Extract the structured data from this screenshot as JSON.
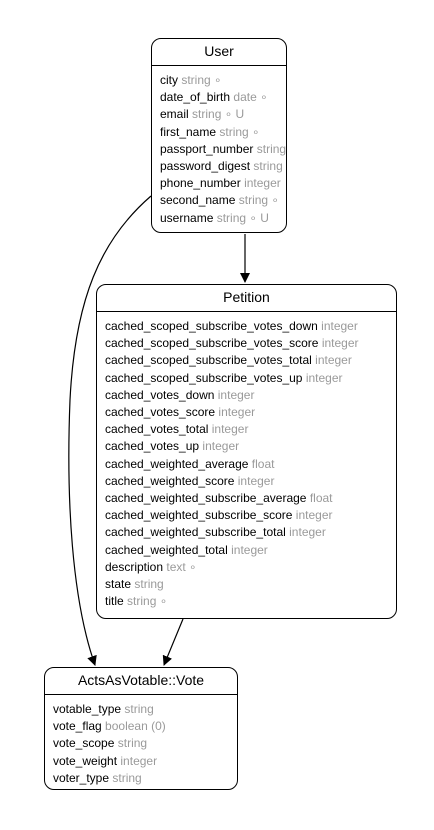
{
  "colors": {
    "background": "#ffffff",
    "border": "#000000",
    "attribute_name": "#000000",
    "attribute_type": "#9a9a9a"
  },
  "entities": {
    "user": {
      "title": "User",
      "attributes": [
        {
          "name": "city",
          "type": "string ∘"
        },
        {
          "name": "date_of_birth",
          "type": "date ∘"
        },
        {
          "name": "email",
          "type": "string ∘ U"
        },
        {
          "name": "first_name",
          "type": "string ∘"
        },
        {
          "name": "passport_number",
          "type": "string ∘ U"
        },
        {
          "name": "password_digest",
          "type": "string"
        },
        {
          "name": "phone_number",
          "type": "integer ∘"
        },
        {
          "name": "second_name",
          "type": "string ∘"
        },
        {
          "name": "username",
          "type": "string ∘ U"
        }
      ]
    },
    "petition": {
      "title": "Petition",
      "attributes": [
        {
          "name": "cached_scoped_subscribe_votes_down",
          "type": "integer"
        },
        {
          "name": "cached_scoped_subscribe_votes_score",
          "type": "integer"
        },
        {
          "name": "cached_scoped_subscribe_votes_total",
          "type": "integer"
        },
        {
          "name": "cached_scoped_subscribe_votes_up",
          "type": "integer"
        },
        {
          "name": "cached_votes_down",
          "type": "integer"
        },
        {
          "name": "cached_votes_score",
          "type": "integer"
        },
        {
          "name": "cached_votes_total",
          "type": "integer"
        },
        {
          "name": "cached_votes_up",
          "type": "integer"
        },
        {
          "name": "cached_weighted_average",
          "type": "float"
        },
        {
          "name": "cached_weighted_score",
          "type": "integer"
        },
        {
          "name": "cached_weighted_subscribe_average",
          "type": "float"
        },
        {
          "name": "cached_weighted_subscribe_score",
          "type": "integer"
        },
        {
          "name": "cached_weighted_subscribe_total",
          "type": "integer"
        },
        {
          "name": "cached_weighted_total",
          "type": "integer"
        },
        {
          "name": "description",
          "type": "text ∘"
        },
        {
          "name": "state",
          "type": "string"
        },
        {
          "name": "title",
          "type": "string ∘"
        }
      ]
    },
    "vote": {
      "title": "ActsAsVotable::Vote",
      "attributes": [
        {
          "name": "votable_type",
          "type": "string"
        },
        {
          "name": "vote_flag",
          "type": "boolean (0)"
        },
        {
          "name": "vote_scope",
          "type": "string"
        },
        {
          "name": "vote_weight",
          "type": "integer"
        },
        {
          "name": "voter_type",
          "type": "string"
        }
      ]
    }
  },
  "edges": [
    {
      "from": "user",
      "to": "petition"
    },
    {
      "from": "user",
      "to": "vote"
    },
    {
      "from": "petition",
      "to": "vote"
    }
  ]
}
